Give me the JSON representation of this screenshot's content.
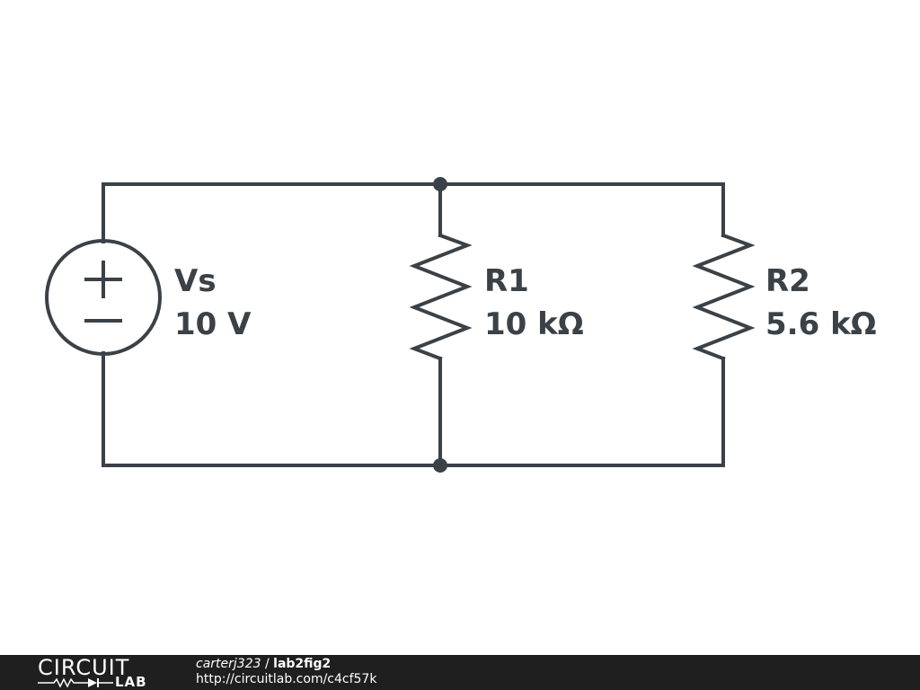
{
  "colors": {
    "wire": "#3a4147",
    "footer_bg": "#1f1f1f",
    "footer_text": "#ffffff"
  },
  "source": {
    "name": "Vs",
    "value": "10 V",
    "plus_symbol": "+",
    "minus_symbol": "−"
  },
  "resistors": [
    {
      "name": "R1",
      "value": "10 kΩ"
    },
    {
      "name": "R2",
      "value": "5.6 kΩ"
    }
  ],
  "footer": {
    "logo_top": "CIRCUIT",
    "logo_bottom": "LAB",
    "author": "carterj323",
    "separator": " / ",
    "schematic_title": "lab2fig2",
    "url": "http://circuitlab.com/c4cf57k"
  }
}
